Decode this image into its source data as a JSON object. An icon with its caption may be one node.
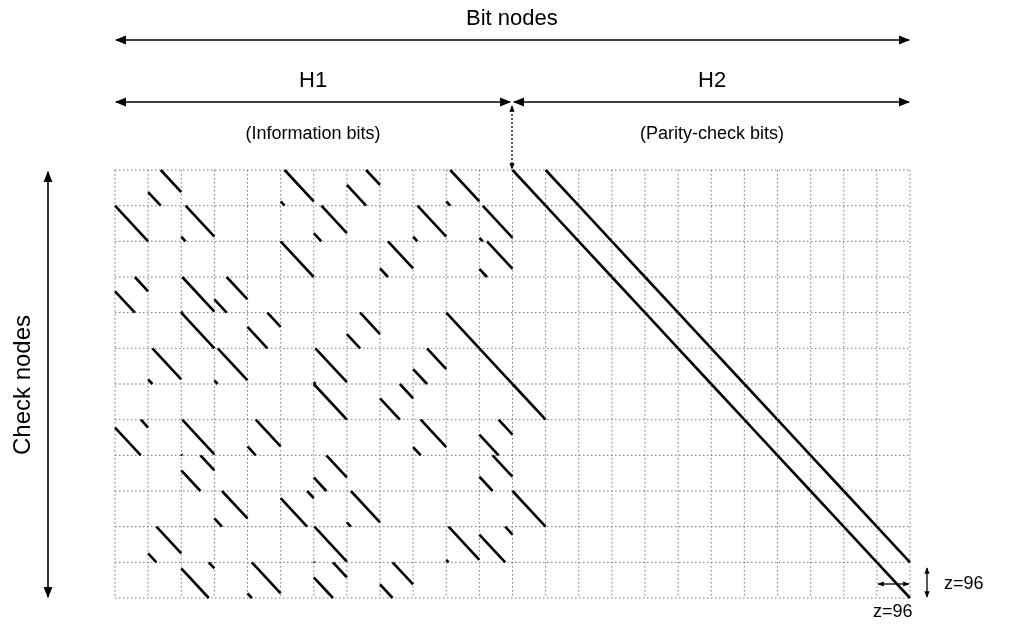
{
  "diagram": {
    "labels": [
      "Bit nodes",
      "H1",
      "(Information bits)",
      "H2",
      "(Parity-check bits)",
      "Check nodes",
      "z=96",
      "z=96"
    ]
  }
}
